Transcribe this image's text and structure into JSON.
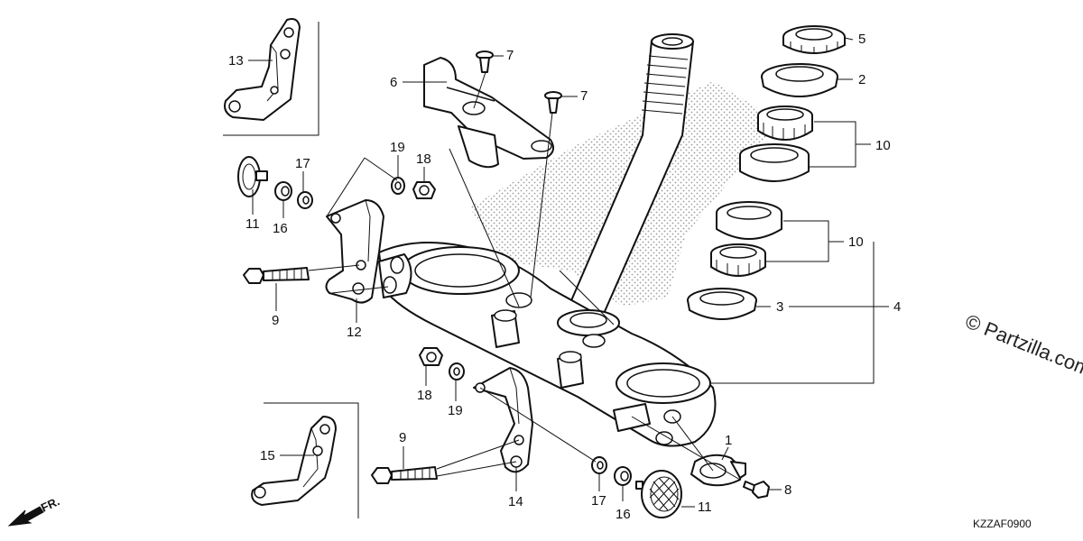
{
  "diagram": {
    "part_labels": [
      "1",
      "2",
      "3",
      "4",
      "5",
      "6",
      "7",
      "7",
      "8",
      "9",
      "9",
      "10",
      "10",
      "11",
      "11",
      "12",
      "13",
      "14",
      "15",
      "16",
      "16",
      "17",
      "17",
      "18",
      "18",
      "19",
      "19"
    ],
    "direction_label": "FR.",
    "diagram_code": "KZZAF0900",
    "watermark": "© Partzilla.com"
  }
}
